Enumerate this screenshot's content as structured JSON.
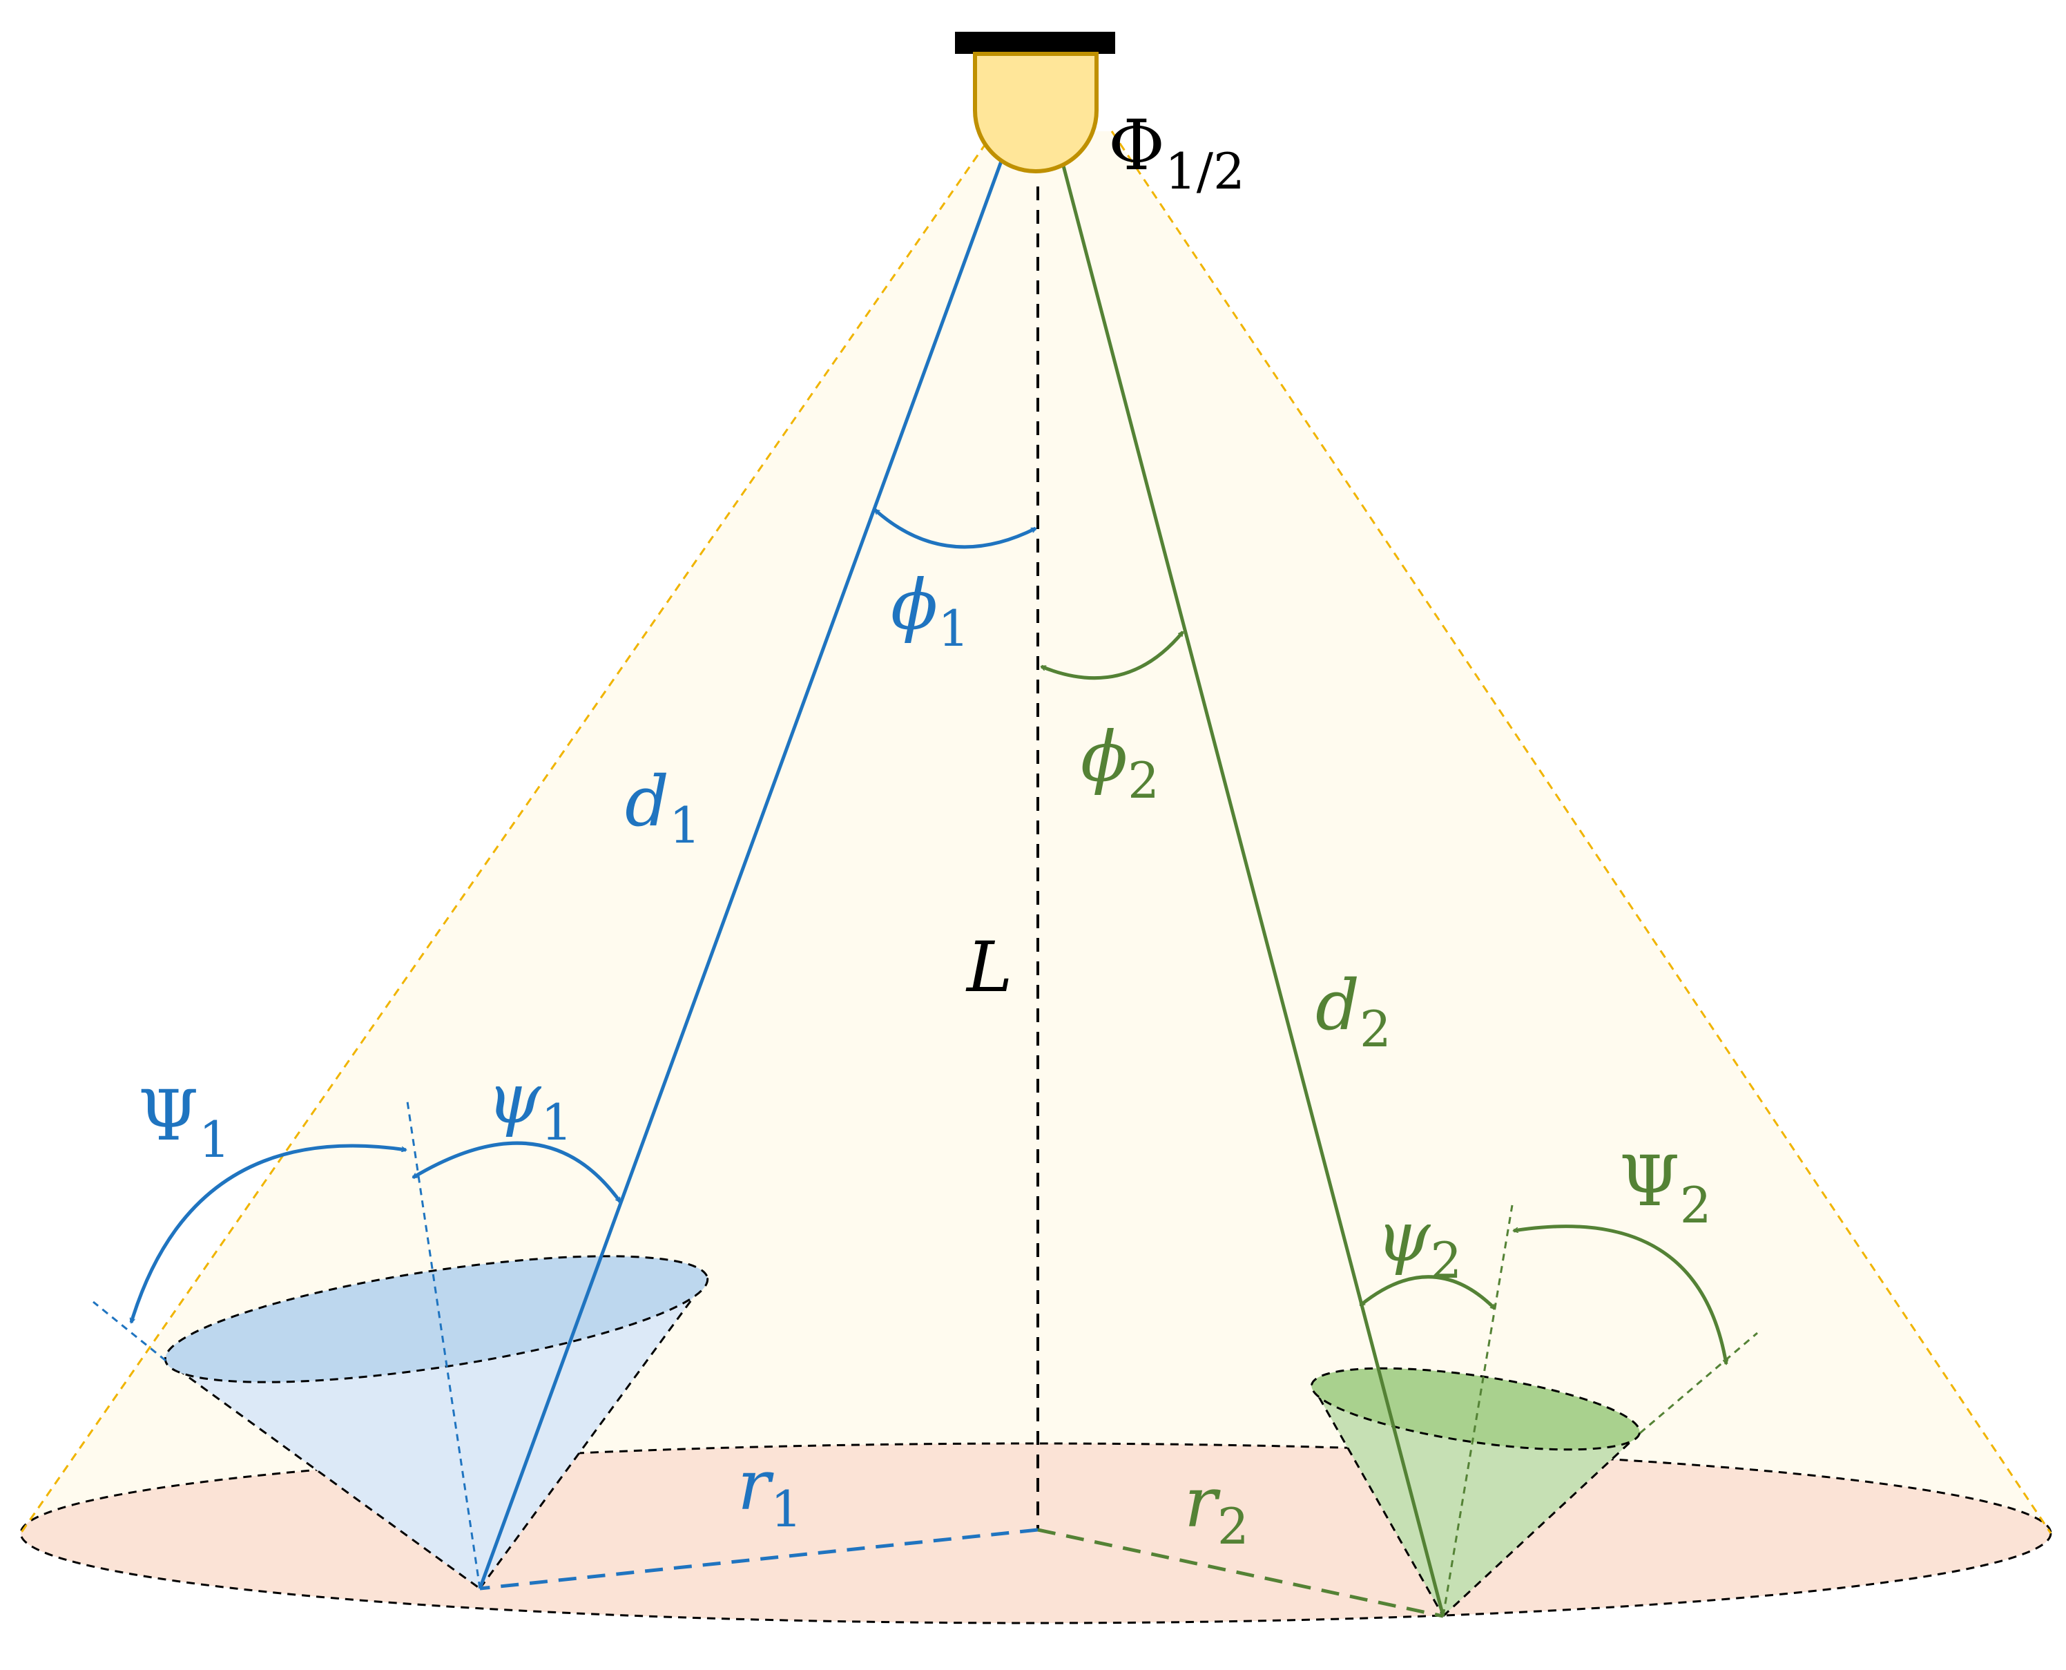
{
  "labels": {
    "half_angle": {
      "sym": "Φ",
      "sub": "1/2"
    },
    "phi1": {
      "sym": "ϕ",
      "sub": "1"
    },
    "phi2": {
      "sym": "ϕ",
      "sub": "2"
    },
    "d1": {
      "sym": "d",
      "sub": "1"
    },
    "d2": {
      "sym": "d",
      "sub": "2"
    },
    "L": "L",
    "Psi1": {
      "sym": "Ψ",
      "sub": "1"
    },
    "psi1": {
      "sym": "ψ",
      "sub": "1"
    },
    "Psi2": {
      "sym": "Ψ",
      "sub": "2"
    },
    "psi2": {
      "sym": "ψ",
      "sub": "2"
    },
    "r1": {
      "sym": "r",
      "sub": "1"
    },
    "r2": {
      "sym": "r",
      "sub": "2"
    }
  },
  "colors": {
    "receiver1": "#1f74c0",
    "receiver2": "#548235",
    "led_fill": "#ffe699",
    "led_stroke": "#bf9000",
    "beam_fill": "#fffbef",
    "beam_edge": "#f0b400",
    "floor_fill": "#fbe3d6",
    "cone1_fill": "#dce9f7",
    "cone1_top": "#bdd7ee",
    "cone2_fill": "#c6e0b4",
    "cone2_top": "#a9d18e",
    "text_dark": "#000000"
  }
}
